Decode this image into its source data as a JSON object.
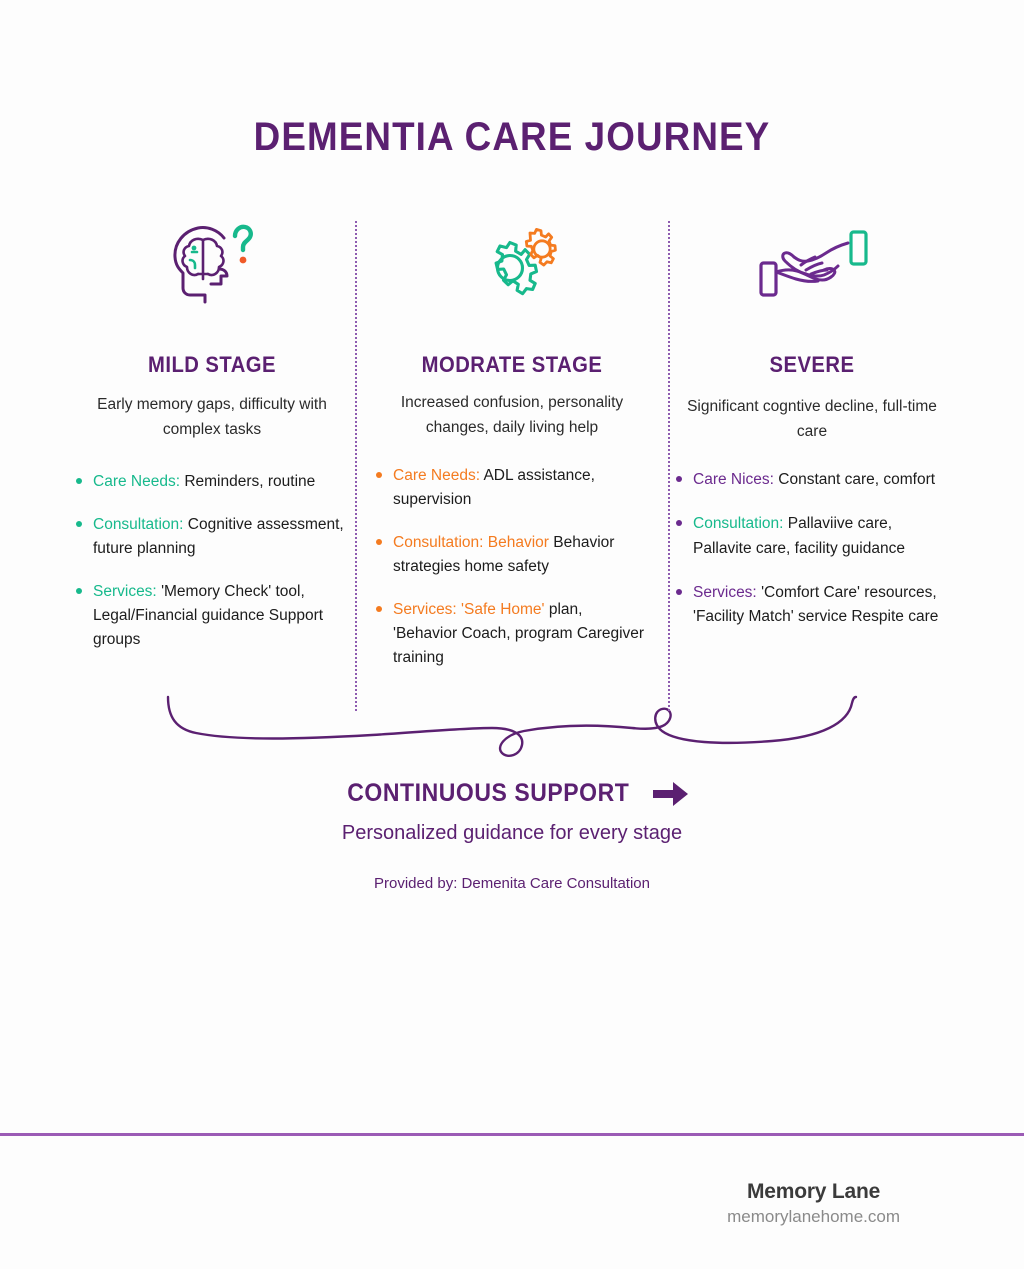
{
  "title": "DEMENTIA CARE JOURNEY",
  "colors": {
    "purple": "#5b2071",
    "purple_accent": "#6b2a8e",
    "green": "#17b98c",
    "orange": "#f47b20",
    "divider": "#8e5cb0",
    "footer_rule": "#9b5bb5",
    "background": "#fdfdfd"
  },
  "columns": [
    {
      "icon": "head-brain-question-icon",
      "heading": "MILD STAGE",
      "description": "Early memory gaps, difficulty with complex tasks",
      "bullets": [
        {
          "label": "Care Needs:",
          "text": "Reminders, routine"
        },
        {
          "label": "Consultation:",
          "text": "Cognitive assessment, future planning"
        },
        {
          "label": "Services:",
          "text": "'Memory Check' tool, Legal/Financial guidance Support groups"
        }
      ]
    },
    {
      "icon": "gears-icon",
      "heading": "MODRATE STAGE",
      "description": "Increased confusion, personality changes, daily living help",
      "bullets": [
        {
          "label": "Care Needs:",
          "text": "ADL assistance, supervision"
        },
        {
          "label": "Consultation: Behavior",
          "text": "Behavior strategies home safety"
        },
        {
          "label": "Services: 'Safe Home'",
          "text": "plan, 'Behavior Coach, program Caregiver training"
        }
      ]
    },
    {
      "icon": "helping-hands-icon",
      "heading": "SEVERE",
      "description": "Significant cogntive decline, full-time care",
      "bullets": [
        {
          "label": "Care Nices:",
          "text": "Constant care, comfort"
        },
        {
          "label": "Consultation:",
          "text": "Pallaviive care, Pallavite care, facility guidance"
        },
        {
          "label": "Services:",
          "text": "'Comfort Care' resources, 'Facility Match' service Respite care"
        }
      ]
    }
  ],
  "cta": {
    "heading": "CONTINUOUS SUPPORT",
    "arrow_icon": "arrow-right-icon",
    "subtitle": "Personalized guidance for every stage",
    "provided_by": "Provided by: Demenita Care Consultation"
  },
  "footer": {
    "brand": "Memory Lane",
    "website": "memorylanehome.com"
  }
}
